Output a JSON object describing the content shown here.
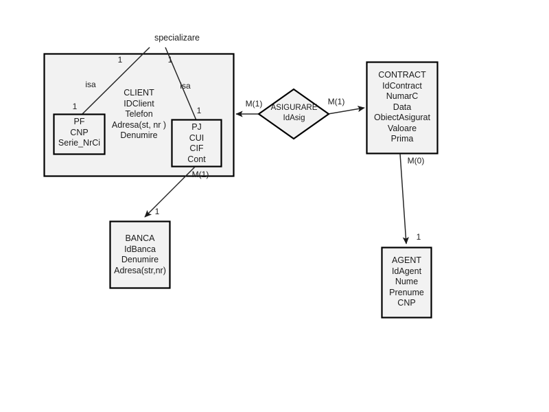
{
  "diagram": {
    "title": "specializare",
    "type": "entity-relationship-diagram",
    "colors": {
      "entity_fill": "#f2f2f2",
      "entity_stroke": "#000000",
      "line": "#262626",
      "text": "#1a1a1a",
      "background": "#ffffff"
    },
    "specialization_label": "specializare",
    "entities": [
      {
        "id": "client",
        "name": "CLIENT",
        "attributes": [
          "IDClient",
          "Telefon",
          "Adresa(st, nr )",
          "Denumire"
        ],
        "lines": [
          "CLIENT",
          "IDClient",
          "Telefon",
          "Adresa(st, nr )",
          "Denumire"
        ]
      },
      {
        "id": "pf",
        "name": "PF",
        "attributes": [
          "CNP",
          "Serie_NrCi"
        ],
        "lines": [
          "PF",
          "CNP",
          "Serie_NrCi"
        ]
      },
      {
        "id": "pj",
        "name": "PJ",
        "attributes": [
          "CUI",
          "CIF",
          "Cont"
        ],
        "lines": [
          "PJ",
          "CUI",
          "CIF",
          "Cont"
        ]
      },
      {
        "id": "banca",
        "name": "BANCA",
        "attributes": [
          "IdBanca",
          "Denumire",
          "Adresa(str,nr)"
        ],
        "lines": [
          "BANCA",
          "IdBanca",
          "Denumire",
          "Adresa(str,nr)"
        ]
      },
      {
        "id": "contract",
        "name": "CONTRACT",
        "attributes": [
          "IdContract",
          "NumarC",
          "Data",
          "ObiectAsigurat",
          "Valoare",
          "Prima"
        ],
        "lines": [
          "CONTRACT",
          "IdContract",
          "NumarC",
          "Data",
          "ObiectAsigurat",
          "Valoare",
          "Prima"
        ]
      },
      {
        "id": "agent",
        "name": "AGENT",
        "attributes": [
          "IdAgent",
          "Nume",
          "Prenume",
          "CNP"
        ],
        "lines": [
          "AGENT",
          "IdAgent",
          "Nume",
          "Prenume",
          "CNP"
        ]
      }
    ],
    "relationships": [
      {
        "id": "asigurare",
        "name": "ASIGURARE",
        "attributes": [
          "IdAsig"
        ],
        "lines": [
          "ASIGURARE",
          "IdAsig"
        ]
      }
    ],
    "edges": [
      {
        "id": "isa-pf",
        "label": "isa",
        "from": "client",
        "to": "pf",
        "from_cardinality": "1",
        "to_cardinality": "1"
      },
      {
        "id": "isa-pj",
        "label": "isa",
        "from": "client",
        "to": "pj",
        "from_cardinality": "1",
        "to_cardinality": "1"
      },
      {
        "id": "pj-banca",
        "label": "",
        "from": "pj",
        "to": "banca",
        "from_cardinality": "M(1)",
        "to_cardinality": "1"
      },
      {
        "id": "client-asigurare",
        "label": "",
        "from": "asigurare",
        "to": "client",
        "from_cardinality": "M(1)",
        "to_cardinality": ""
      },
      {
        "id": "asigurare-contract",
        "label": "",
        "from": "asigurare",
        "to": "contract",
        "from_cardinality": "M(1)",
        "to_cardinality": ""
      },
      {
        "id": "contract-agent",
        "label": "",
        "from": "contract",
        "to": "agent",
        "from_cardinality": "M(0)",
        "to_cardinality": "1"
      }
    ],
    "cardinality_labels": {
      "isa_pf_top": "1",
      "isa_pf_bottom": "1",
      "isa_pj_top": "1",
      "isa_pj_bottom": "1",
      "pj_banca_top": "M(1)",
      "pj_banca_bottom": "1",
      "asigurare_left": "M(1)",
      "asigurare_right": "M(1)",
      "contract_agent_top": "M(0)",
      "contract_agent_bottom": "1"
    }
  }
}
